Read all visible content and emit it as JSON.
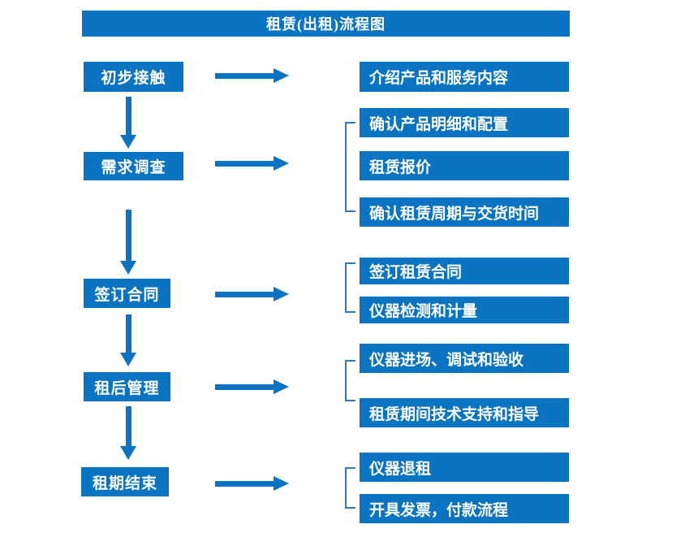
{
  "title": "租赁(出租)流程图",
  "colors": {
    "primary_blue": "#0b74c2",
    "bracket_blue": "#3578b5",
    "text_white": "#ffffff"
  },
  "icons": {
    "right_arrow": "css-triangle-right",
    "down_arrow": "css-triangle-down",
    "group_bracket": "css-square-bracket"
  },
  "flow": {
    "stages": [
      {
        "label": "初步接触",
        "details": [
          "介绍产品和服务内容"
        ]
      },
      {
        "label": "需求调查",
        "details": [
          "确认产品明细和配置",
          "租赁报价",
          "确认租赁周期与交货时间"
        ]
      },
      {
        "label": "签订合同",
        "details": [
          "签订租赁合同",
          "仪器检测和计量"
        ]
      },
      {
        "label": "租后管理",
        "details": [
          "仪器进场、调试和验收",
          "租赁期间技术支持和指导"
        ]
      },
      {
        "label": "租期结束",
        "details": [
          "仪器退租",
          "开具发票，付款流程"
        ]
      }
    ]
  }
}
